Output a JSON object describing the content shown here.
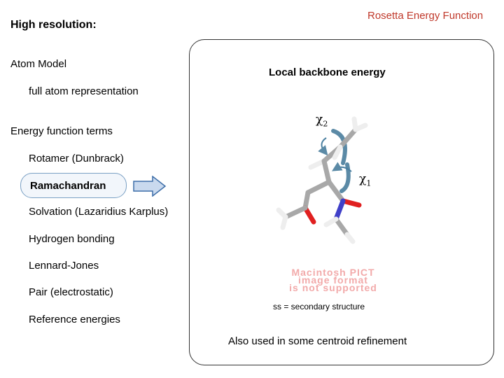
{
  "header": {
    "left_title": "High resolution:",
    "right_title": "Rosetta  Energy Function"
  },
  "left": {
    "atom_model": "Atom Model",
    "full_atom": "full atom representation",
    "energy_terms": "Energy function terms",
    "terms": [
      "Rotamer (Dunbrack)",
      "Ramachandran",
      "Solvation (Lazaridius Karplus)",
      "Hydrogen bonding",
      "Lennard-Jones",
      "Pair (electrostatic)",
      "Reference energies"
    ]
  },
  "panel": {
    "title": "Local backbone energy",
    "chi2_symbol": "χ",
    "chi2_index": "2",
    "chi1_symbol": "χ",
    "chi1_index": "1",
    "pict_line1": "Macintosh PICT",
    "pict_line2": "image format",
    "pict_line3": "is not supported",
    "ss_note": "ss = secondary structure",
    "centroid_note": "Also used in some centroid refinement"
  },
  "colors": {
    "header_right": "#c0392b",
    "pill_border": "#7aa0c4",
    "arrow_fill": "#c9d9ee",
    "arrow_stroke": "#3d6ea8",
    "rotation_arrow": "#5b8aa6",
    "oxygen": "#e02020",
    "nitrogen": "#4040c8",
    "carbon": "#a8a8a8",
    "hydrogen": "#eeeeee"
  }
}
